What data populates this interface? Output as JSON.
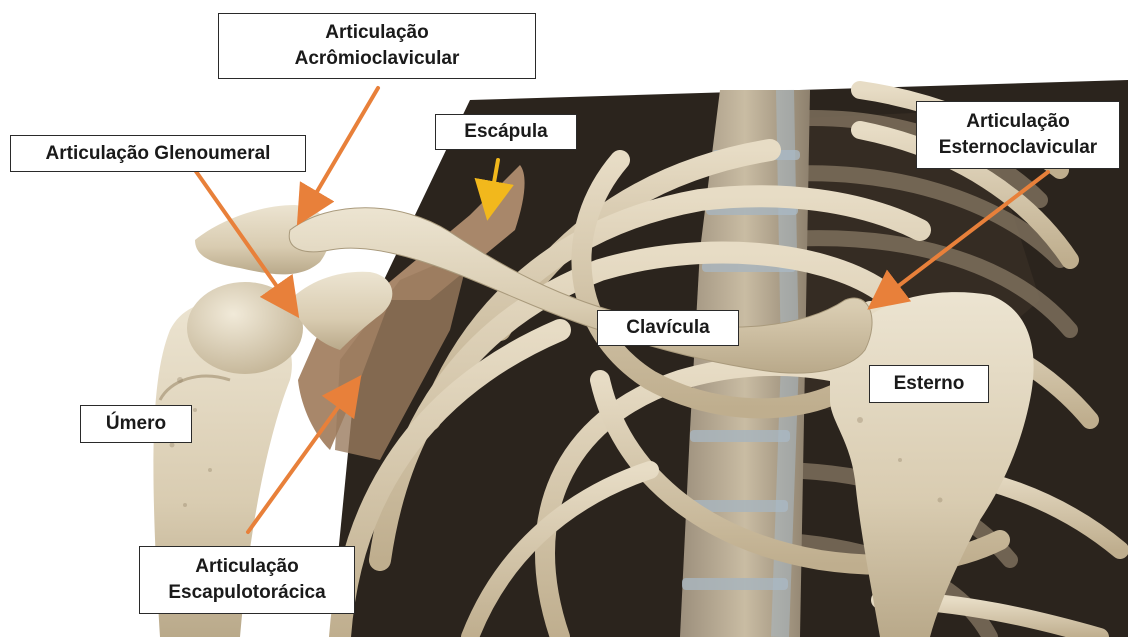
{
  "labels": {
    "acromioclavicular": {
      "line1": "Articulação",
      "line2": "Acrômioclavicular"
    },
    "escapula": "Escápula",
    "glenoumeral": "Articulação Glenoumeral",
    "esternoclavicular": {
      "line1": "Articulação",
      "line2": "Esternoclavicular"
    },
    "clavicula": "Clavícula",
    "esterno": "Esterno",
    "umero": "Úmero",
    "escapulotoracica": {
      "line1": "Articulação",
      "line2": "Escapulotorácica"
    }
  },
  "colors": {
    "arrow_orange": "#e8803a",
    "arrow_yellow": "#f2b81c",
    "bone": "#e2d8c1",
    "bone_shadow": "#b5a78a",
    "scapula": "#a8876a",
    "cartilage": "#9fb1bd",
    "background_dark": "#2b241d"
  }
}
